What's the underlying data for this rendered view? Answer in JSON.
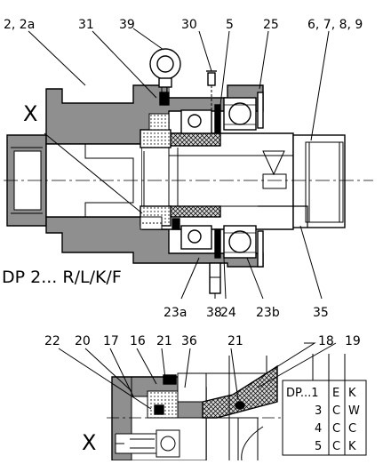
{
  "title": "DP 2... R/L/K/F",
  "section_mark_top": "X",
  "section_mark_bottom": "X",
  "top_callouts": [
    {
      "id": "cl-2-2a",
      "text": "2, 2a"
    },
    {
      "id": "cl-31",
      "text": "31"
    },
    {
      "id": "cl-39",
      "text": "39"
    },
    {
      "id": "cl-30",
      "text": "30"
    },
    {
      "id": "cl-5",
      "text": "5"
    },
    {
      "id": "cl-25",
      "text": "25"
    },
    {
      "id": "cl-6789",
      "text": "6, 7, 8, 9"
    }
  ],
  "bottom_callouts": [
    {
      "id": "cl-23a",
      "text": "23a"
    },
    {
      "id": "cl-38",
      "text": "38"
    },
    {
      "id": "cl-24",
      "text": "24"
    },
    {
      "id": "cl-23b",
      "text": "23b"
    },
    {
      "id": "cl-35",
      "text": "35"
    }
  ],
  "detail_callouts": [
    {
      "id": "dl-22",
      "text": "22"
    },
    {
      "id": "dl-20",
      "text": "20"
    },
    {
      "id": "dl-17",
      "text": "17"
    },
    {
      "id": "dl-16",
      "text": "16"
    },
    {
      "id": "dl-21a",
      "text": "21"
    },
    {
      "id": "dl-36",
      "text": "36"
    },
    {
      "id": "dl-21b",
      "text": "21"
    },
    {
      "id": "dl-18",
      "text": "18"
    },
    {
      "id": "dl-19",
      "text": "19"
    }
  ],
  "table": {
    "rows": [
      [
        "DP...1",
        "E",
        "K"
      ],
      [
        "3",
        "C",
        "W"
      ],
      [
        "4",
        "C",
        "C"
      ],
      [
        "5",
        "C",
        "K"
      ]
    ]
  },
  "colors": {
    "housing": "#8f8f8f",
    "ink": "#000000",
    "seal": "#d8d8d8"
  }
}
